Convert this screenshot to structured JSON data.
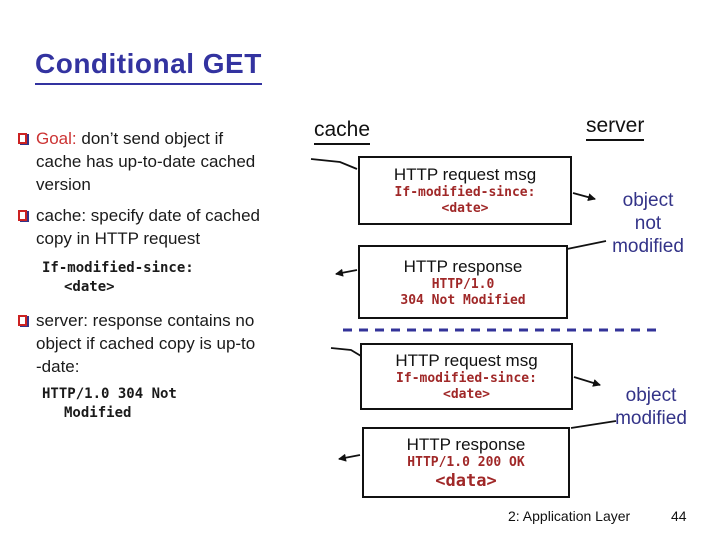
{
  "slide": {
    "title": "Conditional GET",
    "footer": {
      "section": "2: Application Layer",
      "page_num": "44"
    }
  },
  "colors": {
    "title_navy": "#3333a0",
    "note_navy": "#333388",
    "bullet_red": "#cc2222",
    "lead_red": "#cc3333",
    "box_code_red": "#a02828",
    "dashed_line_navy": "#333399"
  },
  "bullets": {
    "b1_lead": "Goal:",
    "b1_line1": " don’t send object if",
    "b1_line2": "cache has up-to-date cached",
    "b1_line3": "version",
    "b2_line1": "cache: specify date of cached",
    "b2_line2": "copy in HTTP request",
    "code1_line1": "If-modified-since:",
    "code1_line2": "<date>",
    "b3_line1": "server: response contains no",
    "b3_line2": "object if cached copy is up-to",
    "b3_line3": "-date:",
    "code2_line1": "HTTP/1.0 304 Not",
    "code2_line2": "Modified"
  },
  "diagram": {
    "cache_label": "cache",
    "server_label": "server",
    "box1": {
      "title": "HTTP request msg",
      "code1": "If-modified-since:",
      "code2": "<date>"
    },
    "box2": {
      "title": "HTTP response",
      "code1": "HTTP/1.0",
      "code2": "304 Not Modified"
    },
    "box3": {
      "title": "HTTP request msg",
      "code1": "If-modified-since:",
      "code2": "<date>"
    },
    "box4": {
      "title": "HTTP response",
      "code1": "HTTP/1.0 200 OK",
      "code2": "<data>"
    },
    "note1_line1": "object",
    "note1_line2": "not",
    "note1_line3": "modified",
    "note2_line1": "object",
    "note2_line2": "modified"
  }
}
